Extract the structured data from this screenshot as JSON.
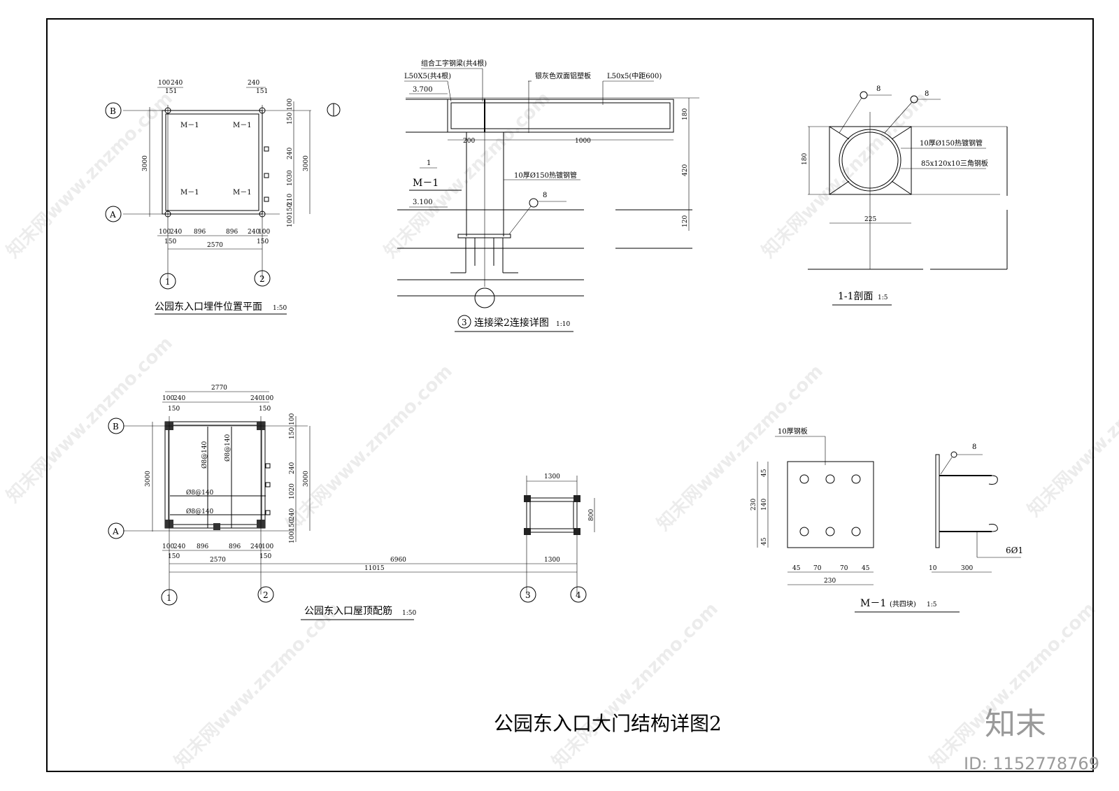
{
  "sheet": {
    "title": "公园东入口大门结构详图2",
    "logo": "知末",
    "id_label": "ID: 1152778769",
    "watermark": "知末网www.znzmo.com"
  },
  "plan1": {
    "caption": "公园东入口埋件位置平面",
    "scale": "1:50",
    "axis_b": "B",
    "axis_a": "A",
    "axis_1": "1",
    "axis_2": "2",
    "embed_label": "M－1",
    "dims": {
      "d100": "100",
      "d240": "240",
      "d151": "151",
      "d896": "896",
      "d150": "150",
      "d2570": "2570",
      "d3000": "3000",
      "d1030": "1030",
      "d210": "210",
      "d150100": "150 100",
      "d100150": "100150"
    }
  },
  "detail3": {
    "caption": "连接梁2连接详图",
    "scale": "1:10",
    "number": "3",
    "note_ibeam": "组合工字钢梁(共4根)",
    "note_angle": "L50X5(共4根)",
    "note_panel": "银灰色双面铝塑板",
    "note_angle2": "L50x5(中距600)",
    "note_pipe": "10厚Ø150热镀钢管",
    "elev_top": "3.700",
    "elev_bot": "3.100",
    "m1": "M－1",
    "sec_mark": "1",
    "weld": "8",
    "dims": {
      "d200": "200",
      "d1000": "1000",
      "d180": "180",
      "d420": "420",
      "d120": "120"
    }
  },
  "section11": {
    "caption": "1-1剖面",
    "scale": "1:5",
    "weld": "8",
    "note_pipe": "10厚Ø150热镀钢管",
    "note_plate": "85x120x10三角钢板",
    "dims": {
      "d180": "180",
      "d225": "225"
    }
  },
  "plan2": {
    "caption": "公园东入口屋顶配筋",
    "scale": "1:50",
    "axis_b": "B",
    "axis_a": "A",
    "axis_1": "1",
    "axis_2": "2",
    "axis_3": "3",
    "axis_4": "4",
    "rebar": "Ø8@140",
    "dims": {
      "d2770": "2770",
      "d100": "100",
      "d240": "240",
      "d150": "150",
      "d3000": "3000",
      "d1020": "1020",
      "d896": "896",
      "d2570": "2570",
      "d6960": "6960",
      "d11015": "11015",
      "d1300": "1300",
      "d800": "800",
      "d150100": "150 100",
      "d100150": "100150"
    }
  },
  "m1plate": {
    "caption": "M－1",
    "note_count": "(共四块)",
    "scale": "1:5",
    "plate": "10厚钢板",
    "bars": "6Ø1",
    "weld": "8",
    "dims": {
      "d45": "45",
      "d140": "140",
      "d230": "230",
      "d70": "70",
      "d10": "10",
      "d300": "300"
    }
  }
}
